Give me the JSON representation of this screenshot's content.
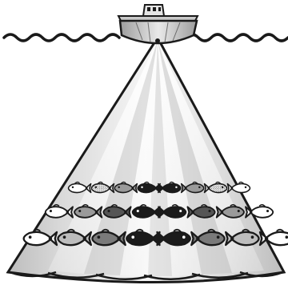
{
  "diagram": {
    "elements": [
      "boat-icon",
      "water-surface",
      "sonar-beam",
      "fish-icon"
    ],
    "fish_rows": [
      {
        "count": 8,
        "style": "dithered"
      },
      {
        "count": 8,
        "style": "shaded"
      },
      {
        "count": 8,
        "style": "shaded"
      }
    ],
    "colors": {
      "outline": "#1a1a1a",
      "beam_light": "#f4f4f4",
      "beam_mid": "#cfcfcf",
      "beam_dark": "#a9a9a9",
      "boat_hull": "#d2d2d2",
      "fish_white": "#ffffff",
      "fish_gray": "#9a9a9a",
      "fish_black": "#1b1b1b"
    }
  }
}
